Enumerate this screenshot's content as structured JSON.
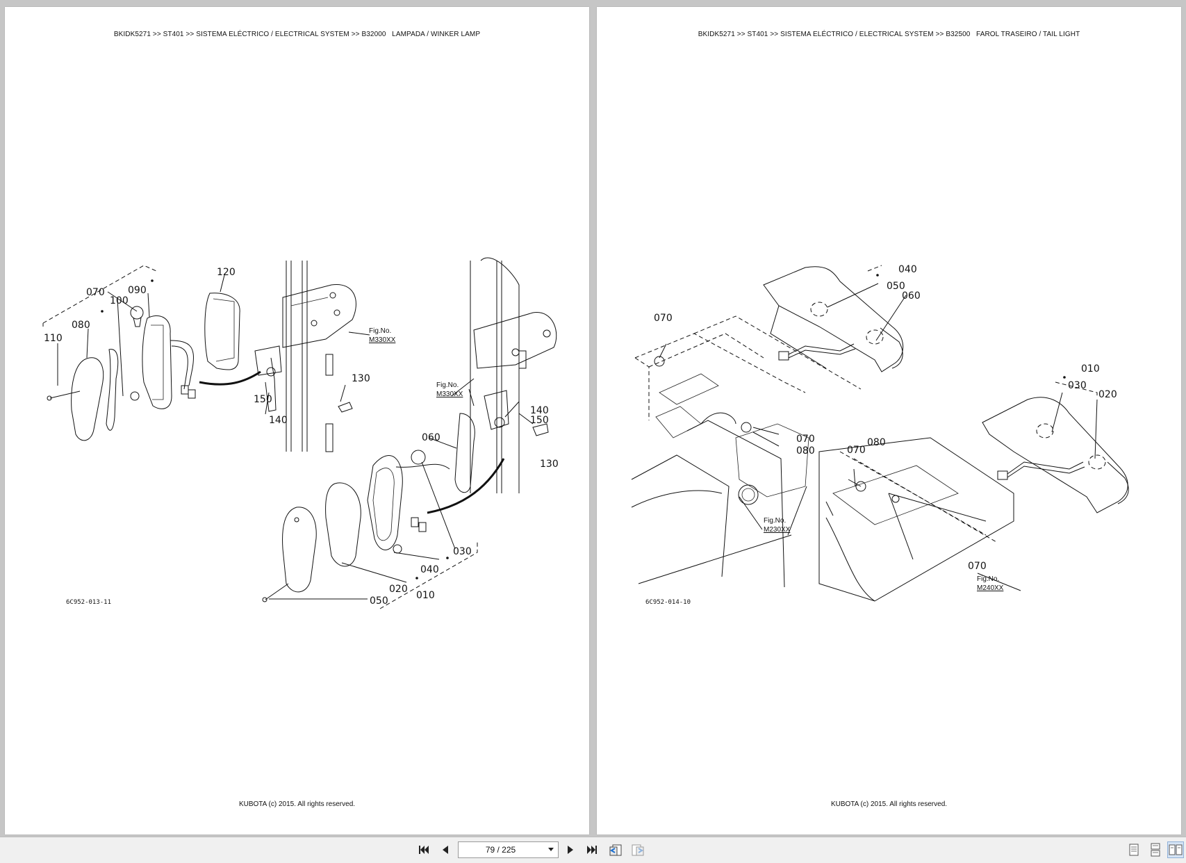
{
  "viewer": {
    "pages": [
      {
        "header": "BKIDK5271 >> ST401 >> SISTEMA ELÉCTRICO / ELECTRICAL SYSTEM >> B32000   LAMPADA / WINKER LAMP",
        "footer": "KUBOTA (c) 2015. All rights reserved.",
        "figure_code": "6C952-013-11",
        "callouts": [
          "070",
          "100",
          "090",
          "120",
          "080",
          "110",
          "150",
          "140",
          "130",
          "060",
          "150",
          "140",
          "130",
          "030",
          "040",
          "020",
          "010",
          "050"
        ],
        "fig_refs": [
          {
            "label": "Fig.No.",
            "code": "M330XX"
          },
          {
            "label": "Fig.No.",
            "code": "M330XX"
          }
        ]
      },
      {
        "header": "BKIDK5271 >> ST401 >> SISTEMA ELÉCTRICO / ELECTRICAL SYSTEM >> B32500   FAROL TRASEIRO / TAIL LIGHT",
        "footer": "KUBOTA (c) 2015. All rights reserved.",
        "figure_code": "6C952-014-10",
        "callouts": [
          "040",
          "050",
          "060",
          "070",
          "070",
          "080",
          "010",
          "030",
          "020",
          "070",
          "080",
          "070"
        ],
        "fig_refs": [
          {
            "label": "Fig.No.",
            "code": "M230XX"
          },
          {
            "label": "Fig.No.",
            "code": "M240XX"
          }
        ]
      }
    ]
  },
  "toolbar": {
    "page_indicator": "79 / 225",
    "icons": [
      "first-page-icon",
      "previous-page-icon",
      "next-page-icon",
      "last-page-icon",
      "go-back-view-icon",
      "go-forward-view-icon",
      "single-page-view-icon",
      "continuous-view-icon",
      "two-page-view-icon"
    ]
  }
}
